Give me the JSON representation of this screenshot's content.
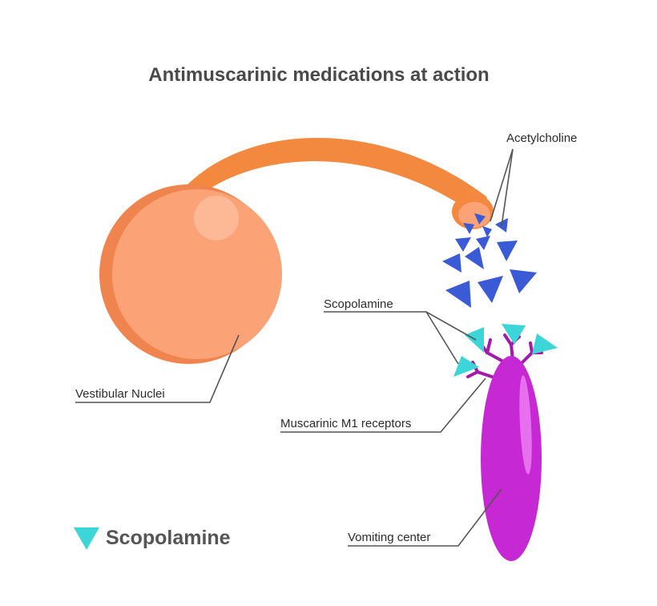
{
  "title": "Antimuscarinic medications at action",
  "labels": {
    "acetylcholine": "Acetylcholine",
    "scopolamine": "Scopolamine",
    "vestibular_nuclei": "Vestibular Nuclei",
    "muscarinic_receptors": "Muscarinic M1 receptors",
    "vomiting_center": "Vomiting center"
  },
  "legend": {
    "label": "Scopolamine",
    "icon": "triangle-icon",
    "color": "#3dd6d8"
  },
  "colors": {
    "neuron_body": "#fba277",
    "axon": "#f3893f",
    "acetylcholine": "#3a5ad6",
    "scopolamine": "#3dd6d8",
    "vomiting_center": "#c628d3",
    "receptor": "#a51aaa"
  }
}
